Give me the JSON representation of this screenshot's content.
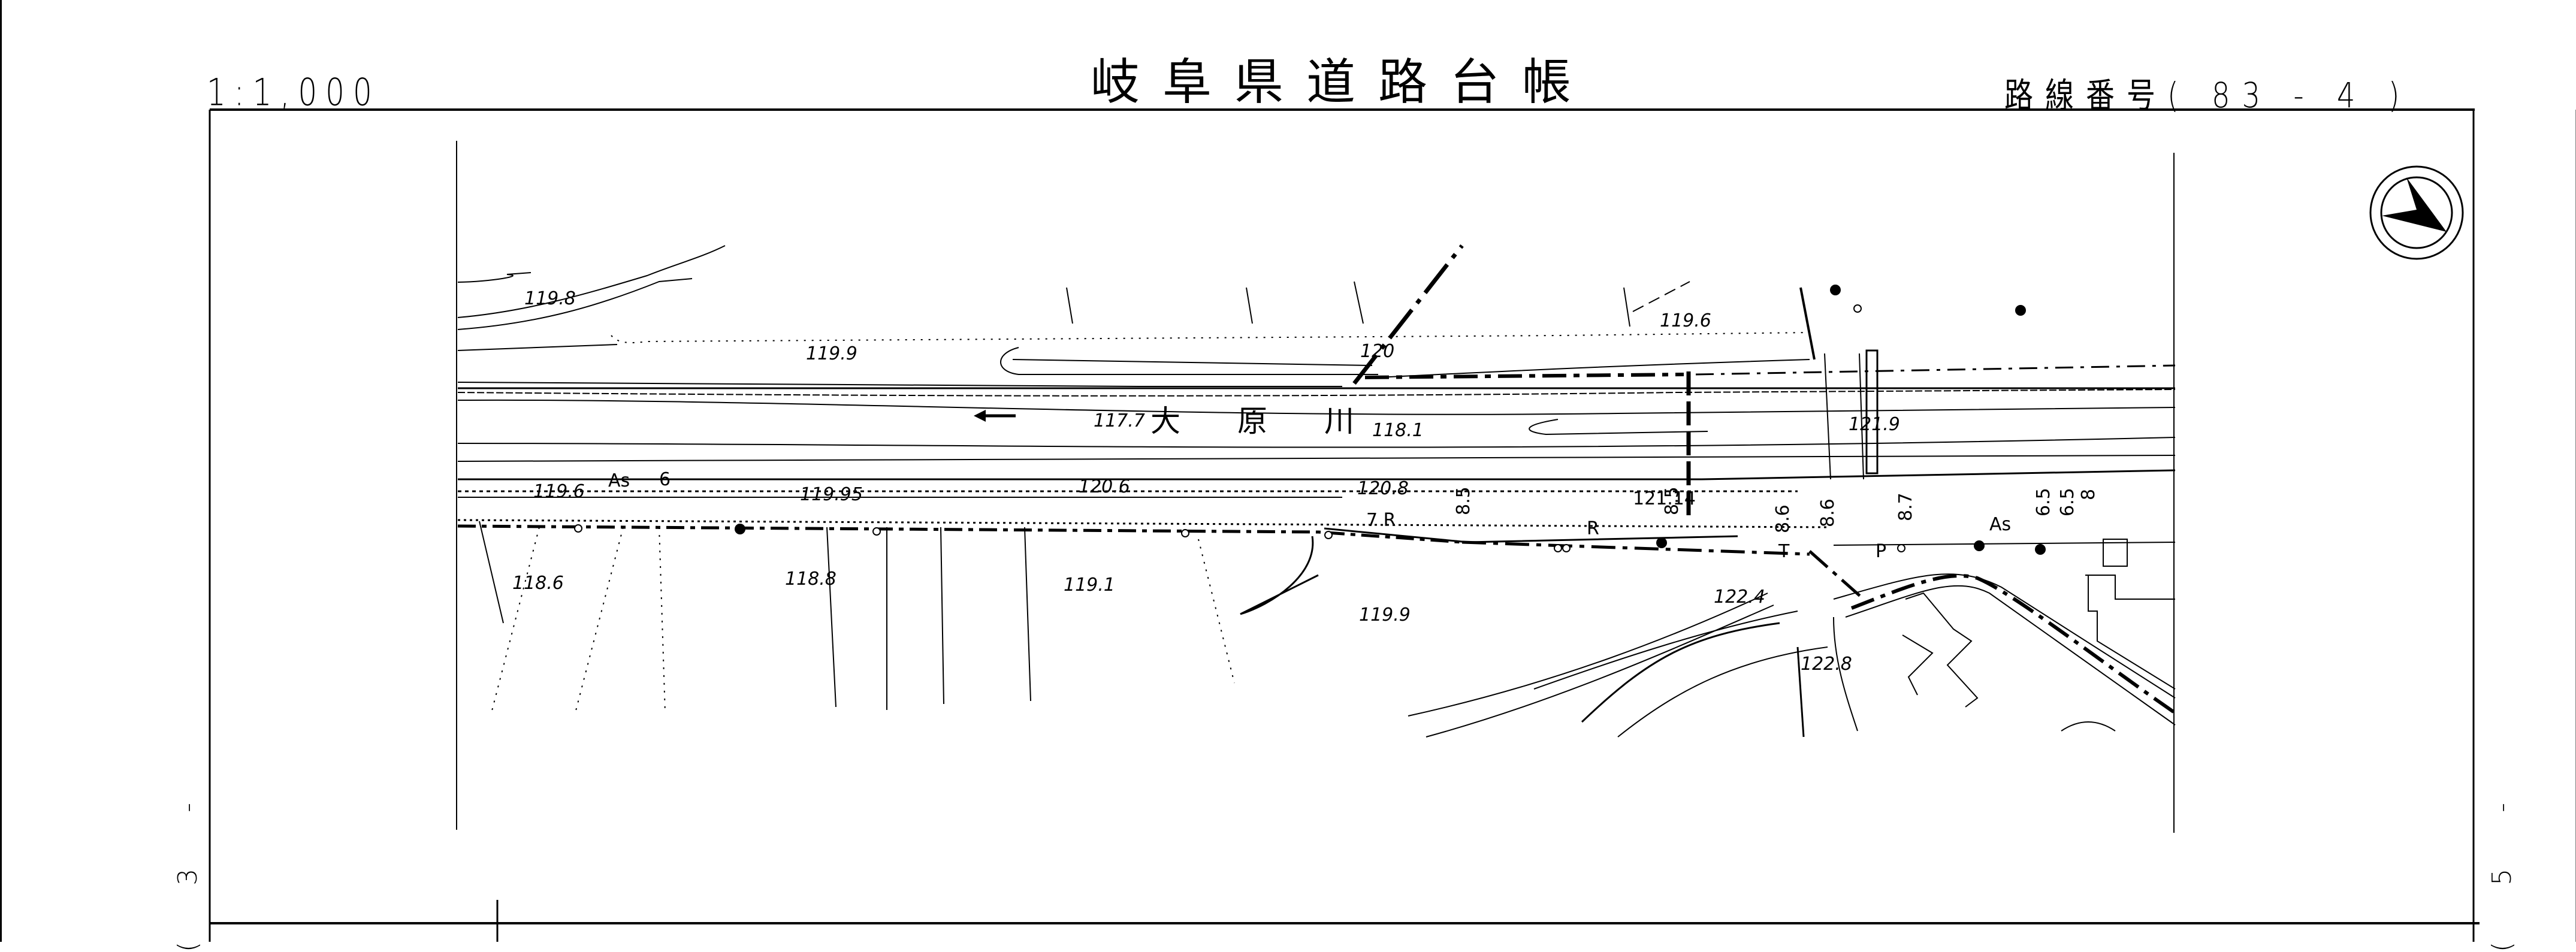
{
  "sheet": {
    "scale": "1:1,000",
    "title": "岐阜県道路台帳",
    "route_number_label": "路線番号",
    "route_number": "( 83 - 4 )",
    "sheet_index_left": "( 3 -",
    "sheet_index_right": "( 5 -"
  },
  "map": {
    "north_arrow": "north-arrow-icon",
    "river_name": "大原川",
    "flow_direction": "flow-arrow-west-icon",
    "elevations": [
      "119.8",
      "119.9",
      "120",
      "119.6",
      "117.7",
      "118.1",
      "121.9",
      "119.6",
      "119.95",
      "120.6",
      "120.8",
      "121.14",
      "118.6",
      "118.8",
      "119.1",
      "119.9",
      "122.4",
      "122.8"
    ],
    "surface_labels": [
      "As",
      "As"
    ],
    "widths": [
      "6",
      "8.5",
      "8.5",
      "8.6",
      "8.6",
      "8.7",
      "6.5",
      "6.5",
      "8"
    ],
    "annotations": [
      "7 R",
      "R",
      "P",
      "T"
    ]
  }
}
